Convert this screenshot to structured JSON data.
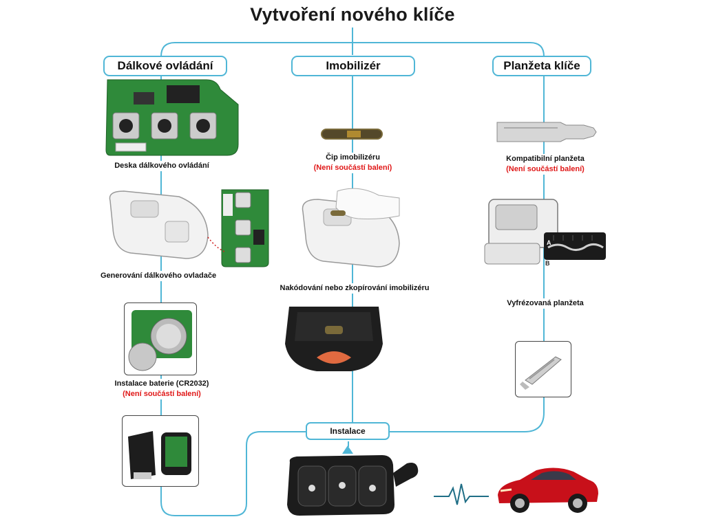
{
  "title": "Vytvoření nového klíče",
  "sections": {
    "remote": "Dálkové ovládání",
    "immobilizer": "Imobilizér",
    "blade": "Planžeta klíče"
  },
  "steps": {
    "remote_board": "Deska dálkového ovládání",
    "remote_generate": "Generování dálkového ovladače",
    "battery": "Instalace baterie (CR2032)",
    "battery_note": "(Není součástí balení)",
    "chip": "Čip imobilizéru",
    "chip_note": "(Není součástí balení)",
    "immo_program": "Nakódování nebo zkopírování imobilizéru",
    "blade_compatible": "Kompatibilní planžeta",
    "blade_note": "(Není součástí balení)",
    "blade_cut": "Vyfrézovaná planžeta",
    "install": "Instalace"
  },
  "labels": {
    "decoder_a": "A",
    "decoder_b": "B"
  },
  "colors": {
    "line": "#4fb6d6",
    "note": "#e01818",
    "pcb": "#2f8a3a",
    "car": "#c8101a"
  },
  "icons": [
    "remote-pcb-image",
    "key-programmer-icon",
    "pcb-module-image",
    "immobilizer-chip-image",
    "hand-icon",
    "key-blade-image",
    "key-cutting-machine-image",
    "battery-pcb-image",
    "key-shell-image",
    "opened-key-image",
    "cut-blade-image",
    "flip-key-image",
    "signal-wave-icon",
    "red-car-image"
  ]
}
